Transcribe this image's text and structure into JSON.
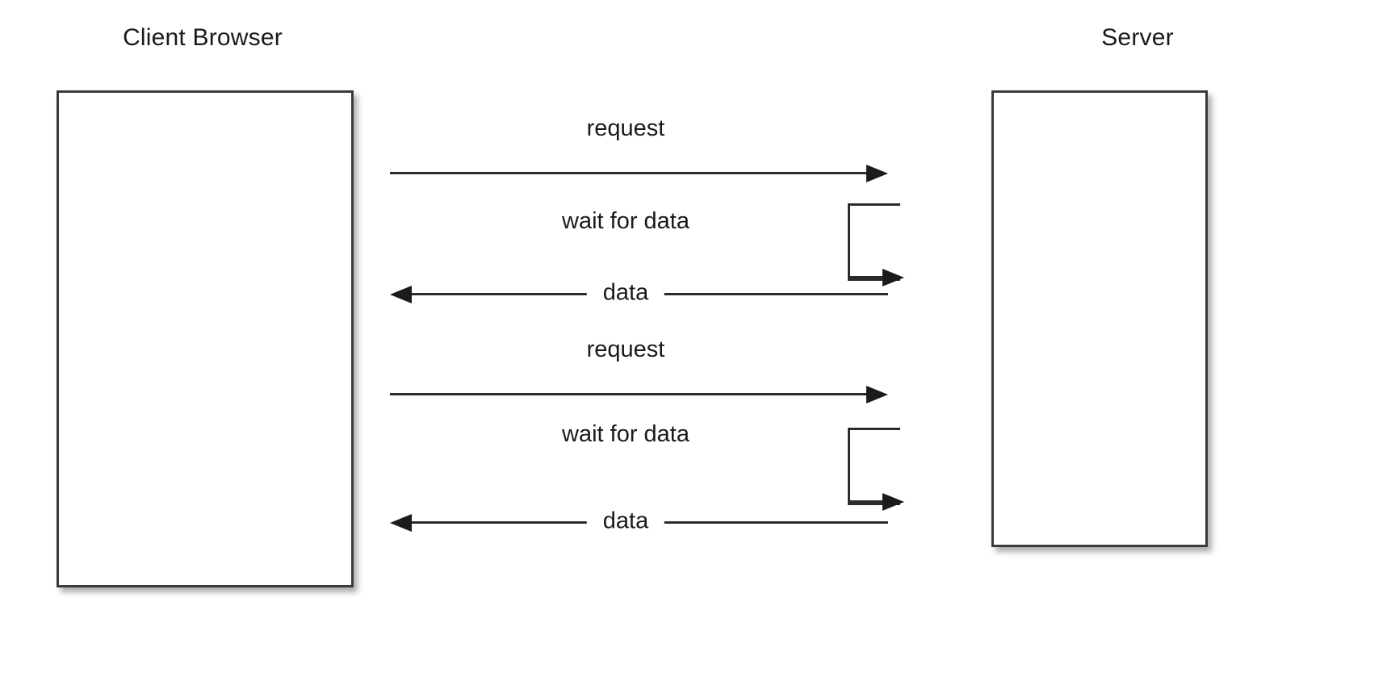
{
  "diagram": {
    "type": "sequence-diagram",
    "title_text": "",
    "background_color": "#ffffff",
    "line_color": "#2b2b2b",
    "box_border_color": "#3a3a3a",
    "text_color": "#1a1a1a",
    "participants": [
      {
        "id": "client",
        "label": "Client Browser"
      },
      {
        "id": "server",
        "label": "Server"
      }
    ],
    "messages": [
      {
        "id": "m1",
        "label": "request",
        "from": "client",
        "to": "server",
        "kind": "call",
        "direction": "right",
        "label_position": "above"
      },
      {
        "id": "m2",
        "label": "wait for data",
        "from": "server",
        "to": "server",
        "kind": "self",
        "direction": "right",
        "label_position": "above"
      },
      {
        "id": "m3",
        "label": "data",
        "from": "server",
        "to": "client",
        "kind": "return",
        "direction": "left",
        "label_position": "on-line"
      },
      {
        "id": "m4",
        "label": "request",
        "from": "client",
        "to": "server",
        "kind": "call",
        "direction": "right",
        "label_position": "above"
      },
      {
        "id": "m5",
        "label": "wait for data",
        "from": "server",
        "to": "server",
        "kind": "self",
        "direction": "right",
        "label_position": "above"
      },
      {
        "id": "m6",
        "label": "data",
        "from": "server",
        "to": "client",
        "kind": "return",
        "direction": "left",
        "label_position": "on-line"
      }
    ]
  }
}
